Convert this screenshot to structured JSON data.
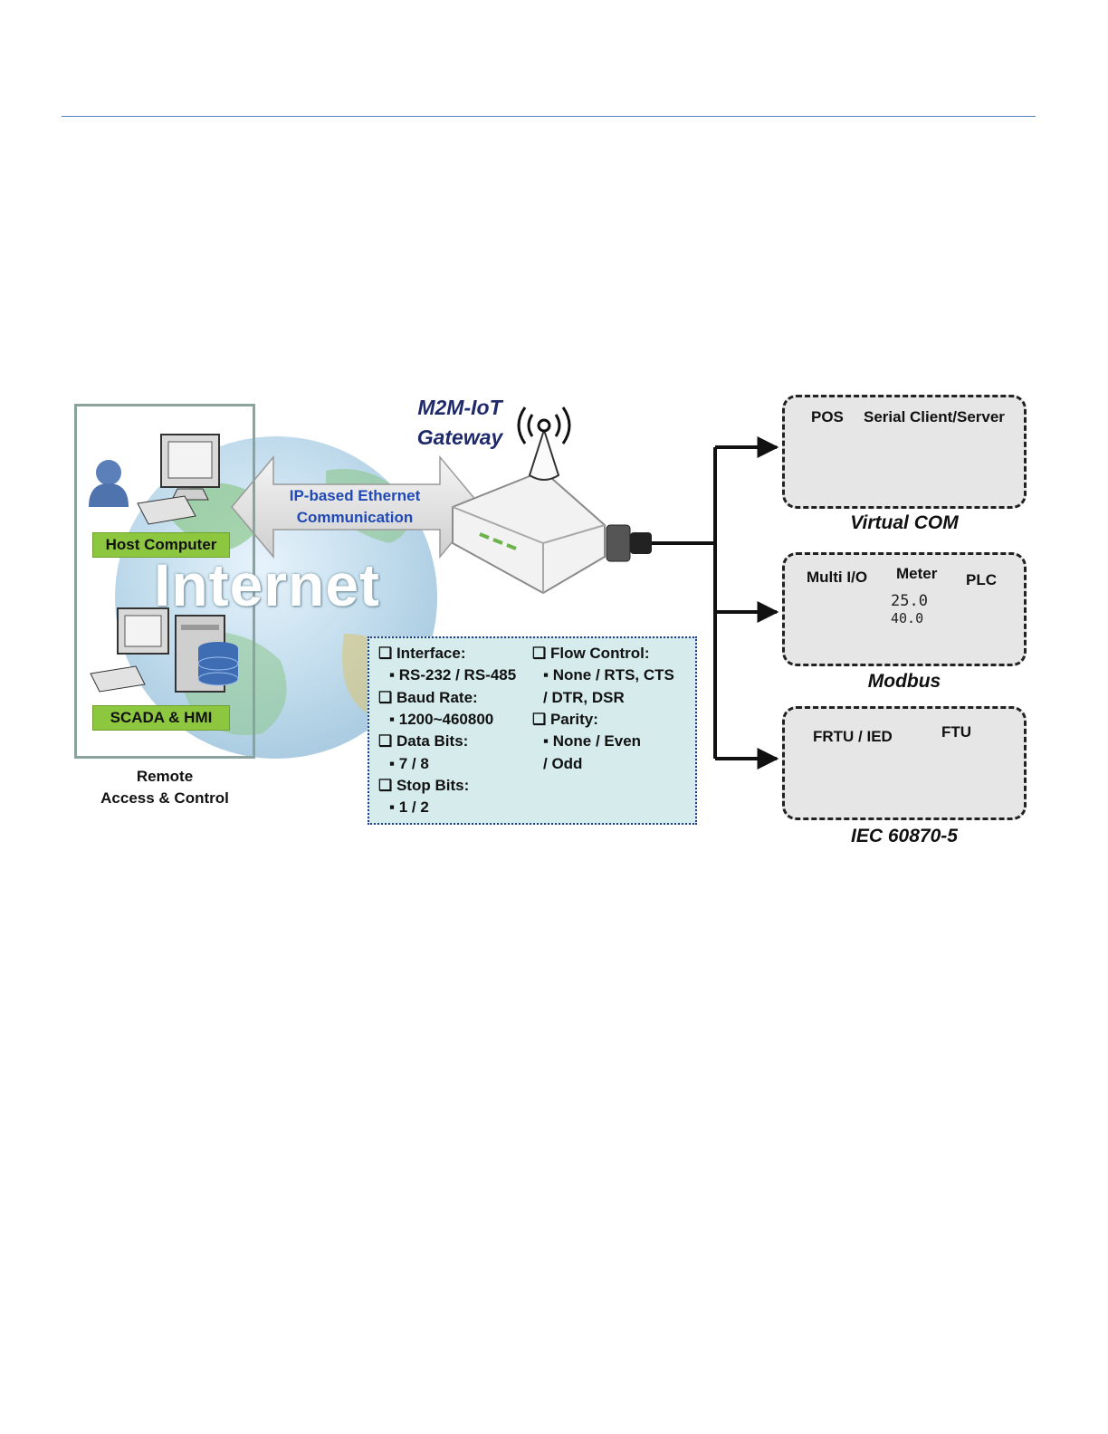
{
  "left": {
    "host_label": "Host Computer",
    "scada_label": "SCADA & HMI",
    "internet_label": "Internet",
    "remote_line1": "Remote",
    "remote_line2": "Access & Control"
  },
  "gateway": {
    "title_line1": "M2M-IoT",
    "title_line2": "Gateway",
    "link_line1": "IP-based Ethernet",
    "link_line2": "Communication"
  },
  "specs": {
    "col1": [
      {
        "kind": "head",
        "text": "❑ Interface:"
      },
      {
        "kind": "item",
        "text": "▪ RS-232 / RS-485"
      },
      {
        "kind": "head",
        "text": "❑ Baud Rate:"
      },
      {
        "kind": "item",
        "text": "▪ 1200~460800"
      },
      {
        "kind": "head",
        "text": "❑ Data Bits:"
      },
      {
        "kind": "item",
        "text": "▪ 7 / 8"
      },
      {
        "kind": "head",
        "text": "❑ Stop Bits:"
      },
      {
        "kind": "item",
        "text": "▪ 1 / 2"
      }
    ],
    "col2": [
      {
        "kind": "head",
        "text": "❑ Flow Control:"
      },
      {
        "kind": "item",
        "text": "▪ None / RTS, CTS"
      },
      {
        "kind": "item2",
        "text": "/ DTR, DSR"
      },
      {
        "kind": "head",
        "text": "❑ Parity:"
      },
      {
        "kind": "item",
        "text": "▪ None / Even"
      },
      {
        "kind": "item2",
        "text": "/ Odd"
      }
    ]
  },
  "groups": {
    "virtual_com": {
      "caption": "Virtual COM",
      "pos": "POS",
      "serial": "Serial Client/Server"
    },
    "modbus": {
      "caption": "Modbus",
      "multi_io": "Multi I/O",
      "meter": "Meter",
      "plc": "PLC",
      "meter_top": "25.0",
      "meter_bottom": "40.0"
    },
    "iec": {
      "caption": "IEC 60870-5",
      "frtu": "FRTU / IED",
      "ftu": "FTU"
    }
  },
  "colors": {
    "accent_green": "#8dc63f",
    "link_blue": "#1f49b6",
    "title_navy": "#1f2a6b",
    "spec_bg": "#d6ecec"
  }
}
